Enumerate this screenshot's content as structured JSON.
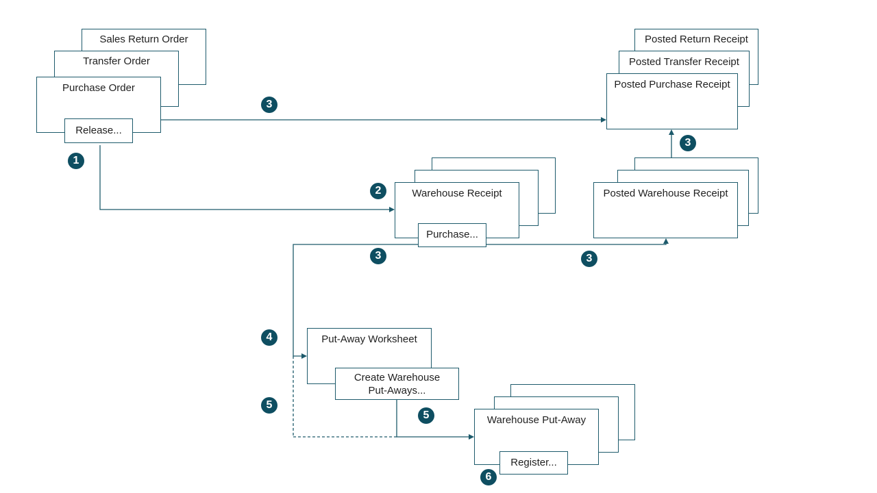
{
  "colors": {
    "line": "#1d5a6b",
    "badge": "#0e4e61",
    "text": "#1f1f1f"
  },
  "source_docs": {
    "sales_return_order": "Sales Return Order",
    "transfer_order": "Transfer Order",
    "purchase_order": "Purchase Order",
    "release_button": "Release..."
  },
  "posted_receipts": {
    "posted_return_receipt": "Posted Return Receipt",
    "posted_transfer_receipt": "Posted Transfer Receipt",
    "posted_purchase_receipt": "Posted Purchase Receipt"
  },
  "warehouse_receipt": {
    "title": "Warehouse Receipt",
    "button": "Purchase..."
  },
  "posted_warehouse_receipt": {
    "title": "Posted Warehouse Receipt"
  },
  "put_away_worksheet": {
    "title": "Put-Away Worksheet",
    "button_line1": "Create Warehouse",
    "button_line2": "Put-Aways..."
  },
  "warehouse_put_away": {
    "title": "Warehouse Put-Away",
    "button": "Register..."
  },
  "steps": {
    "release": "1",
    "create_receipt": "2",
    "post_receipt_top": "3",
    "post_receipt_mid": "3",
    "post_receipt_left": "3",
    "post_receipt_right": "3",
    "worksheet": "4",
    "create_put_away_left": "5",
    "create_put_away_right": "5",
    "register": "6"
  }
}
